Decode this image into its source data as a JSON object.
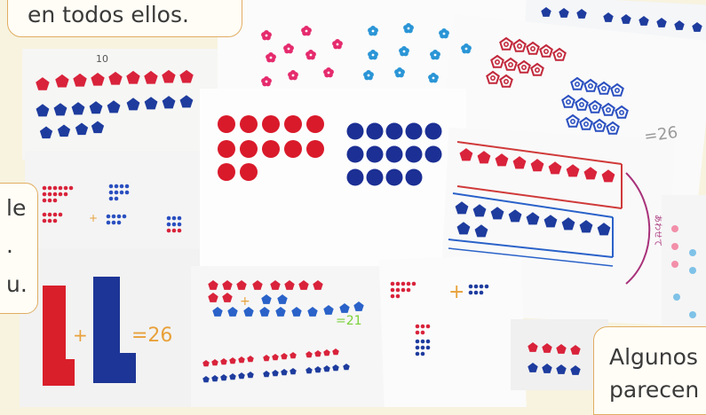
{
  "callouts": {
    "top": "en todos ellos.",
    "left_fragments": [
      "le",
      ".",
      "u."
    ],
    "bottom": [
      "Algunos",
      "parecen"
    ]
  },
  "drawing_labels": {
    "ten_mark": "10",
    "eq_26_left": "=26",
    "eq_26_right": "=26",
    "eq_21": "=21",
    "vertical_label": "あわせて"
  },
  "colors": {
    "background": "#f7f3df",
    "callout_fill": "#fffdf6",
    "callout_border": "#e1ad62",
    "red_counter": "#d9233b",
    "blue_counter": "#1e3c9e",
    "pink_counter": "#e52b6d",
    "cyan_counter": "#2a95d6",
    "orange_writing": "#e8a13a"
  }
}
